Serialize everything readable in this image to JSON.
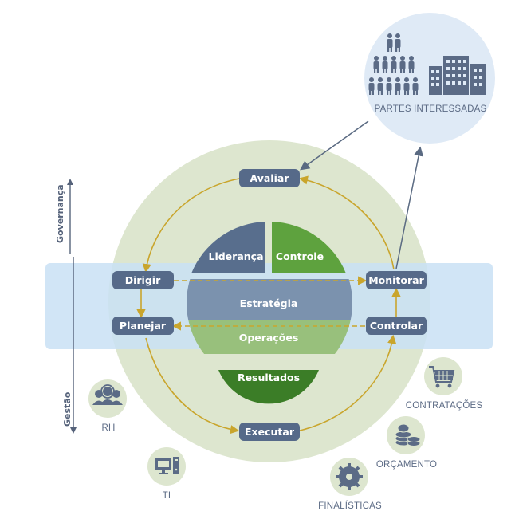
{
  "center": {
    "lideranca": "Liderança",
    "controle": "Controle",
    "estrategia": "Estratégia",
    "operacoes": "Operações",
    "resultados": "Resultados"
  },
  "nodes": {
    "avaliar": "Avaliar",
    "dirigir": "Dirigir",
    "planejar": "Planejar",
    "monitorar": "Monitorar",
    "controlar": "Controlar",
    "executar": "Executar"
  },
  "axis": {
    "governanca": "Governança",
    "gestao": "Gestão"
  },
  "stakeholders": {
    "label": "PARTES INTERESSADAS"
  },
  "areas": {
    "rh": "RH",
    "ti": "TI",
    "contratacoes": "CONTRATAÇÕES",
    "orcamento": "ORÇAMENTO",
    "finalisticas": "FINALÍSTICAS"
  },
  "icons": [
    "people-icon",
    "buildings-icon",
    "rh-people-icon",
    "computer-icon",
    "shopping-cart-icon",
    "coins-icon",
    "gear-icon"
  ],
  "colors": {
    "outer_circle": "#dde6cf",
    "band": "#c9e0f4",
    "node": "#566a89",
    "lideranca": "#586e8d",
    "controle": "#5ea23e",
    "estrategia": "#7b92ae",
    "operacoes": "#98c07c",
    "resultados": "#3b7d27",
    "arrow": "#c9a52c",
    "stakeholder_circle": "#dfeaf6"
  }
}
